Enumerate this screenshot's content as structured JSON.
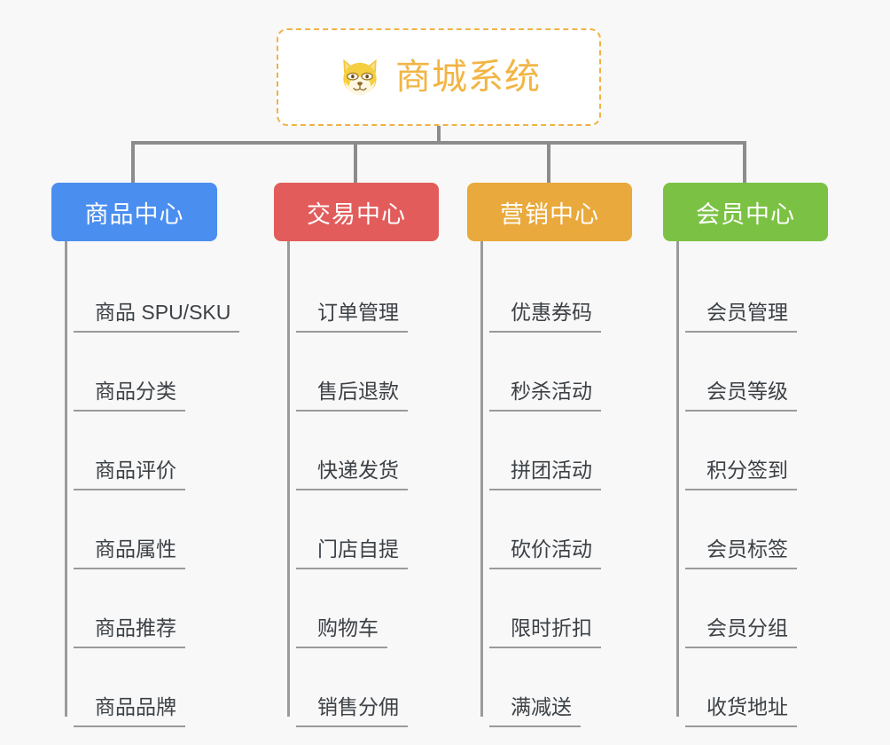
{
  "page": {
    "background_color": "#f8f8f8",
    "type": "mindmap"
  },
  "root": {
    "title": "商城系统",
    "icon": "shiba-dog-face-emoji",
    "text_color": "#f2b544",
    "border_color": "#f0b244",
    "background_color": "#ffffff"
  },
  "branches": [
    {
      "label": "商品中心",
      "color": "#4a8ef0",
      "items": [
        "商品 SPU/SKU",
        "商品分类",
        "商品评价",
        "商品属性",
        "商品推荐",
        "商品品牌"
      ]
    },
    {
      "label": "交易中心",
      "color": "#e25c5c",
      "items": [
        "订单管理",
        "售后退款",
        "快递发货",
        "门店自提",
        "购物车",
        "销售分佣"
      ]
    },
    {
      "label": "营销中心",
      "color": "#e9a93c",
      "items": [
        "优惠券码",
        "秒杀活动",
        "拼团活动",
        "砍价活动",
        "限时折扣",
        "满减送"
      ]
    },
    {
      "label": "会员中心",
      "color": "#7bc244",
      "items": [
        "会员管理",
        "会员等级",
        "积分签到",
        "会员标签",
        "会员分组",
        "收货地址"
      ]
    }
  ],
  "connector": {
    "color": "#8c8c8c",
    "spine_color": "#9a9a9a"
  }
}
